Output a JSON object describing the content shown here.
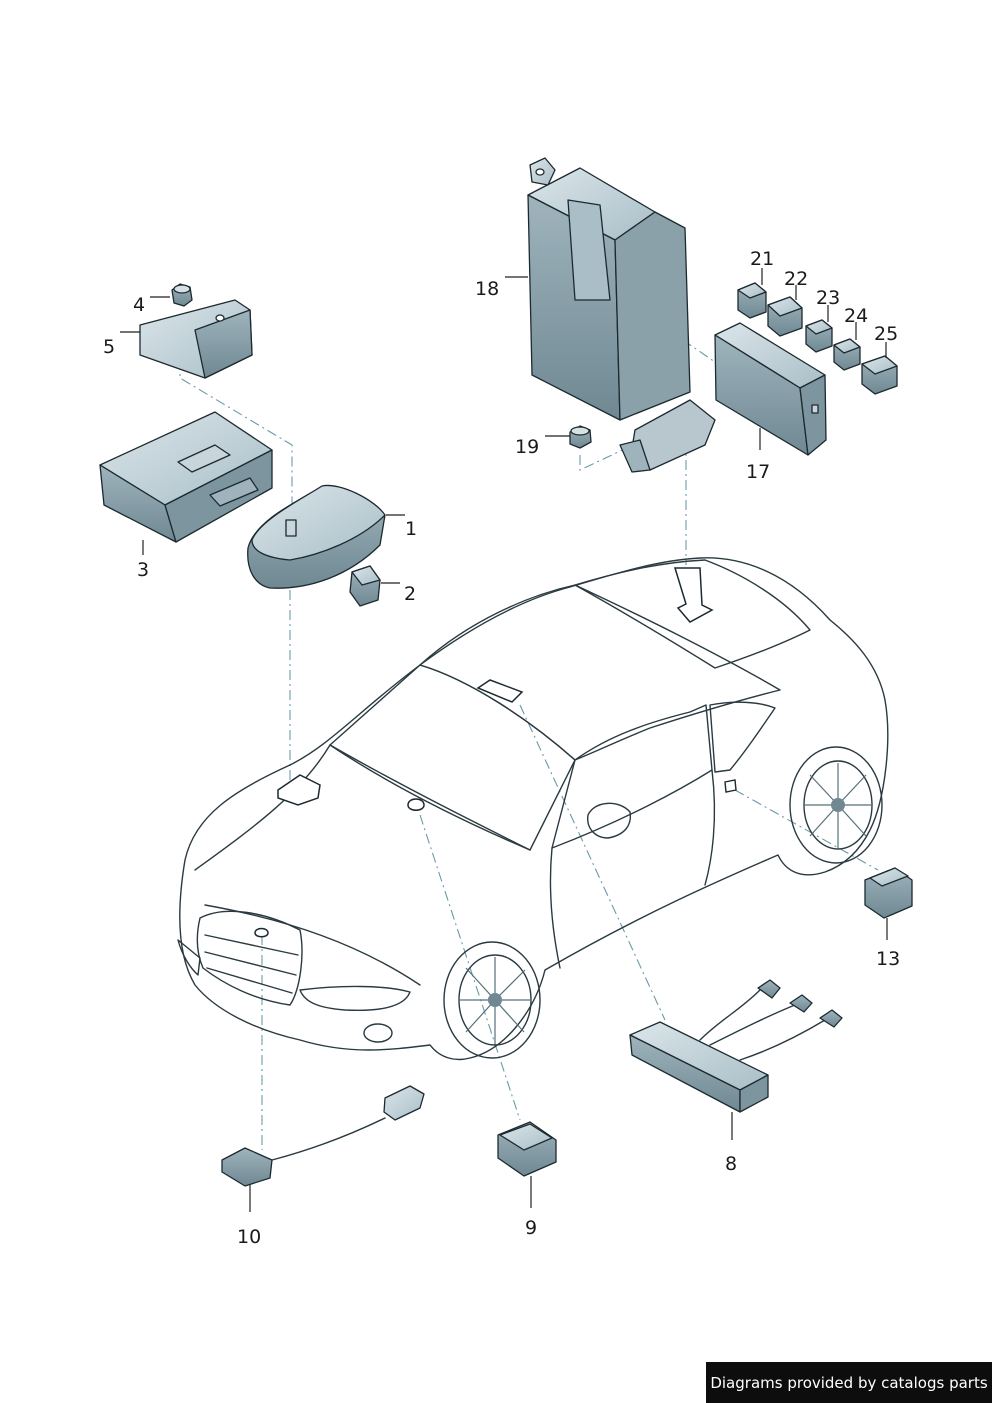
{
  "callouts": [
    {
      "id": "1",
      "text": "1"
    },
    {
      "id": "2",
      "text": "2"
    },
    {
      "id": "3",
      "text": "3"
    },
    {
      "id": "4",
      "text": "4"
    },
    {
      "id": "5",
      "text": "5"
    },
    {
      "id": "8",
      "text": "8"
    },
    {
      "id": "9",
      "text": "9"
    },
    {
      "id": "10",
      "text": "10"
    },
    {
      "id": "13",
      "text": "13"
    },
    {
      "id": "17",
      "text": "17"
    },
    {
      "id": "18",
      "text": "18"
    },
    {
      "id": "19",
      "text": "19"
    },
    {
      "id": "21",
      "text": "21"
    },
    {
      "id": "22",
      "text": "22"
    },
    {
      "id": "23",
      "text": "23"
    },
    {
      "id": "24",
      "text": "24"
    },
    {
      "id": "25",
      "text": "25"
    }
  ],
  "credit": "Diagrams provided by catalogs parts",
  "colors": {
    "part_face": "#c4d3d9",
    "part_side": "#8fa6b0",
    "part_dark": "#5e7781",
    "car_body": "#e6ecef",
    "glass": "#a9bcc4",
    "leader_dash": "#6a9aa8"
  }
}
